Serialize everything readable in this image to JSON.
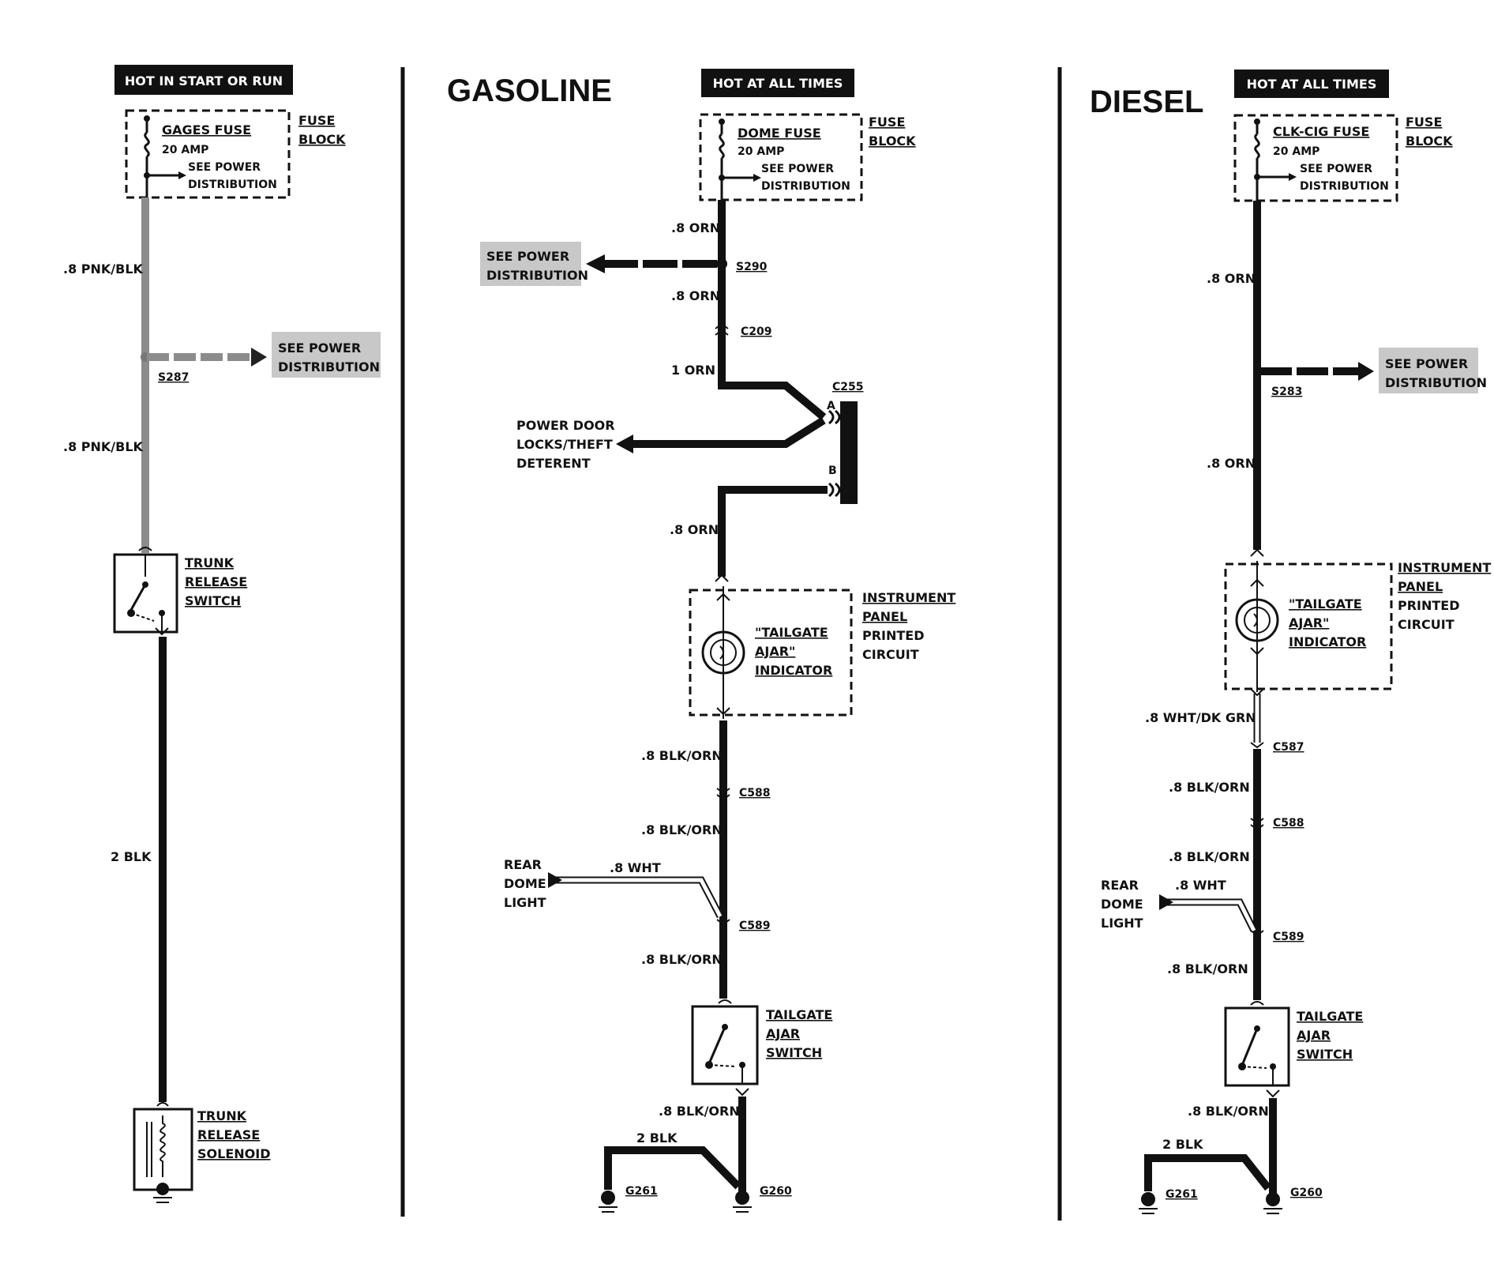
{
  "left": {
    "header": "HOT IN START OR RUN",
    "fuse_name": "GAGES FUSE",
    "fuse_amp": "20 AMP",
    "see_power_1": "SEE POWER",
    "see_power_2": "DISTRIBUTION",
    "fuse_block_1": "FUSE",
    "fuse_block_2": "BLOCK",
    "wire1": ".8 PNK/BLK",
    "splice": "S287",
    "spd_1": "SEE POWER",
    "spd_2": "DISTRIBUTION",
    "wire2": ".8 PNK/BLK",
    "switch_1": "TRUNK",
    "switch_2": "RELEASE",
    "switch_3": "SWITCH",
    "wire3": "2 BLK",
    "sol_1": "TRUNK",
    "sol_2": "RELEASE",
    "sol_3": "SOLENOID"
  },
  "gas": {
    "title": "GASOLINE",
    "header": "HOT AT ALL TIMES",
    "fuse_name": "DOME FUSE",
    "fuse_amp": "20 AMP",
    "see_power_1": "SEE POWER",
    "see_power_2": "DISTRIBUTION",
    "fuse_block_1": "FUSE",
    "fuse_block_2": "BLOCK",
    "wire_a": ".8 ORN",
    "splice": "S290",
    "spd_1": "SEE POWER",
    "spd_2": "DISTRIBUTION",
    "wire_b": ".8 ORN",
    "conn_c209": "C209",
    "wire_c": "1 ORN",
    "conn_c255": "C255",
    "pin_a": "A",
    "pin_b": "B",
    "pdl_1": "POWER DOOR",
    "pdl_2": "LOCKS/THEFT",
    "pdl_3": "DETERENT",
    "wire_d": ".8 ORN",
    "ip_1": "INSTRUMENT",
    "ip_2": "PANEL",
    "ip_3": "PRINTED",
    "ip_4": "CIRCUIT",
    "ind_1": "\"TAILGATE",
    "ind_2": "AJAR\"",
    "ind_3": "INDICATOR",
    "wire_e": ".8 BLK/ORN",
    "conn_c588": "C588",
    "wire_f": ".8 BLK/ORN",
    "rdl_1": "REAR",
    "rdl_2": "DOME",
    "rdl_3": "LIGHT",
    "wire_wht": ".8 WHT",
    "conn_c589": "C589",
    "wire_g": ".8 BLK/ORN",
    "sw_1": "TAILGATE",
    "sw_2": "AJAR",
    "sw_3": "SWITCH",
    "wire_h": ".8 BLK/ORN",
    "wire_i": "2 BLK",
    "g261": "G261",
    "g260": "G260"
  },
  "diesel": {
    "title": "DIESEL",
    "header": "HOT AT ALL TIMES",
    "fuse_name": "CLK-CIG FUSE",
    "fuse_amp": "20 AMP",
    "see_power_1": "SEE POWER",
    "see_power_2": "DISTRIBUTION",
    "fuse_block_1": "FUSE",
    "fuse_block_2": "BLOCK",
    "wire_a": ".8 ORN",
    "splice": "S283",
    "spd_1": "SEE POWER",
    "spd_2": "DISTRIBUTION",
    "wire_b": ".8 ORN",
    "ip_1": "INSTRUMENT",
    "ip_2": "PANEL",
    "ip_3": "PRINTED",
    "ip_4": "CIRCUIT",
    "ind_1": "\"TAILGATE",
    "ind_2": "AJAR\"",
    "ind_3": "INDICATOR",
    "wire_c": ".8 WHT/DK GRN",
    "conn_c587": "C587",
    "wire_d": ".8 BLK/ORN",
    "conn_c588": "C588",
    "wire_e": ".8 BLK/ORN",
    "rdl_1": "REAR",
    "rdl_2": "DOME",
    "rdl_3": "LIGHT",
    "wire_wht": ".8 WHT",
    "conn_c589": "C589",
    "wire_f": ".8 BLK/ORN",
    "sw_1": "TAILGATE",
    "sw_2": "AJAR",
    "sw_3": "SWITCH",
    "wire_g": ".8 BLK/ORN",
    "wire_h": "2 BLK",
    "g261": "G261",
    "g260": "G260"
  }
}
